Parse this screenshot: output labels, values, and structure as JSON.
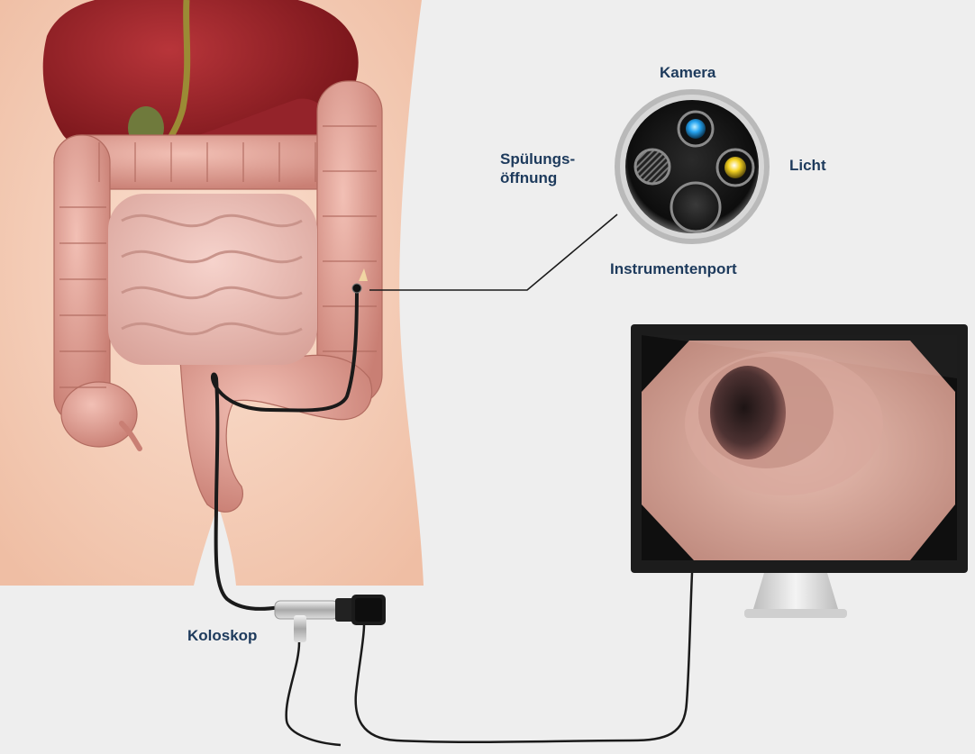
{
  "labels": {
    "camera": "Kamera",
    "irrigation_line1": "Spülungs-",
    "irrigation_line2": "öffnung",
    "light": "Licht",
    "instrument_port": "Instrumentenport",
    "colonoscope": "Koloskop"
  },
  "colors": {
    "background": "#eeeeee",
    "label_text": "#1d3a5c",
    "skin": "#f6d2bd",
    "liver": "#8e1a1e",
    "colon": "#e3a196",
    "small_intestine": "#e6b5ae",
    "scope_cable": "#1a1a1a",
    "monitor_frame": "#1c1c1c",
    "camera_lens": "#26a4f0",
    "light_lens": "#f5d322"
  }
}
